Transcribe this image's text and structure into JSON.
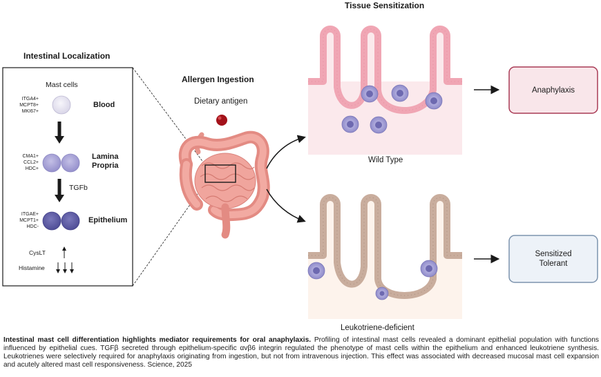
{
  "left": {
    "title": "Intestinal Localization",
    "mast_cells": "Mast cells",
    "blood": {
      "markers": [
        "ITGA4+",
        "MCPT8+",
        "MKI67+"
      ],
      "label": "Blood"
    },
    "lamina": {
      "markers": [
        "CMA1+",
        "CCL2+",
        "HDC+"
      ],
      "label_line1": "Lamina",
      "label_line2": "Propria"
    },
    "tgfb": "TGFb",
    "epithelium": {
      "markers": [
        "ITGAE+",
        "MCPT1+",
        "HDC-"
      ],
      "label": "Epithelium"
    },
    "cyslt": "CysLT",
    "histamine": "Histamine"
  },
  "middle": {
    "title": "Allergen Ingestion",
    "antigen": "Dietary antigen"
  },
  "right": {
    "title": "Tissue Sensitization",
    "wild_type": "Wild Type",
    "leukotriene": "Leukotriene-deficient",
    "outcome1": "Anaphylaxis",
    "outcome2_line1": "Sensitized",
    "outcome2_line2": "Tolerant"
  },
  "colors": {
    "outcome1_border": "#a93a55",
    "outcome1_fill": "#f9e6ea",
    "outcome2_border": "#7c93ad",
    "outcome2_fill": "#edf2f8",
    "villus_wt": "#f0a6b4",
    "villus_ld": "#c9ad9d",
    "cell_light": "#e9e7f2",
    "cell_mid": "#a8a3d6",
    "cell_dark": "#6462a8"
  },
  "caption": {
    "bold": "Intestinal mast cell differentiation highlights mediator requirements for oral anaphylaxis.",
    "body": " Profiling of intestinal mast cells revealed a dominant epithelial population with functions influenced by epithelial cues. TGFβ secreted through epithelium-specific αvβ6 integrin regulated the phenotype of mast cells within the epithelium and enhanced leukotriene synthesis. Leukotrienes were selectively required for anaphylaxis originating from ingestion, but not from intravenous injection. This effect was associated with decreased mucosal mast cell expansion and acutely altered mast cell responsiveness. Science, 2025"
  }
}
